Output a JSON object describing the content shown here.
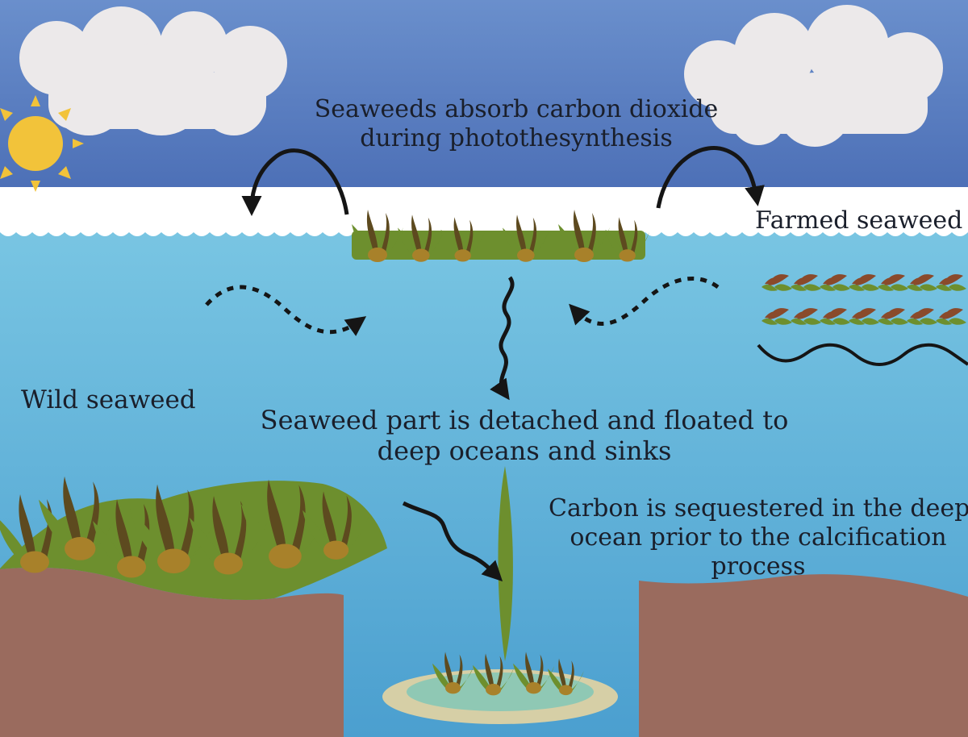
{
  "labels": {
    "absorb": [
      "Seaweeds absorb carbon dioxide",
      "during photothesynthesis"
    ],
    "farmed": "Farmed seaweed",
    "wild": "Wild seaweed",
    "detached": [
      "Seaweed part is detached and floated to",
      "deep oceans and sinks"
    ],
    "sequestered": [
      "Carbon is sequestered in the deep",
      "ocean prior to the calcification",
      "process"
    ]
  },
  "icons": {
    "sun": "sun-icon",
    "cloud": "cloud-icon",
    "arrow": "arrow-icon",
    "seaweed": "seaweed-icon"
  },
  "colors": {
    "sky": "#4c6fb6",
    "sky_top": "#6a8fcc",
    "foam": "#ffffff",
    "water": "#7cc8e4",
    "deep_water": "#4b9fcf",
    "seabed": "#9a6b5e",
    "sun": "#f2c33a",
    "cloud": "#ece9ea",
    "seaweed": "#6d8f2e",
    "seaweed_dark": "#5d4a1f",
    "farmed_seaweed": "#8a4a2b",
    "arrow": "#151515"
  }
}
